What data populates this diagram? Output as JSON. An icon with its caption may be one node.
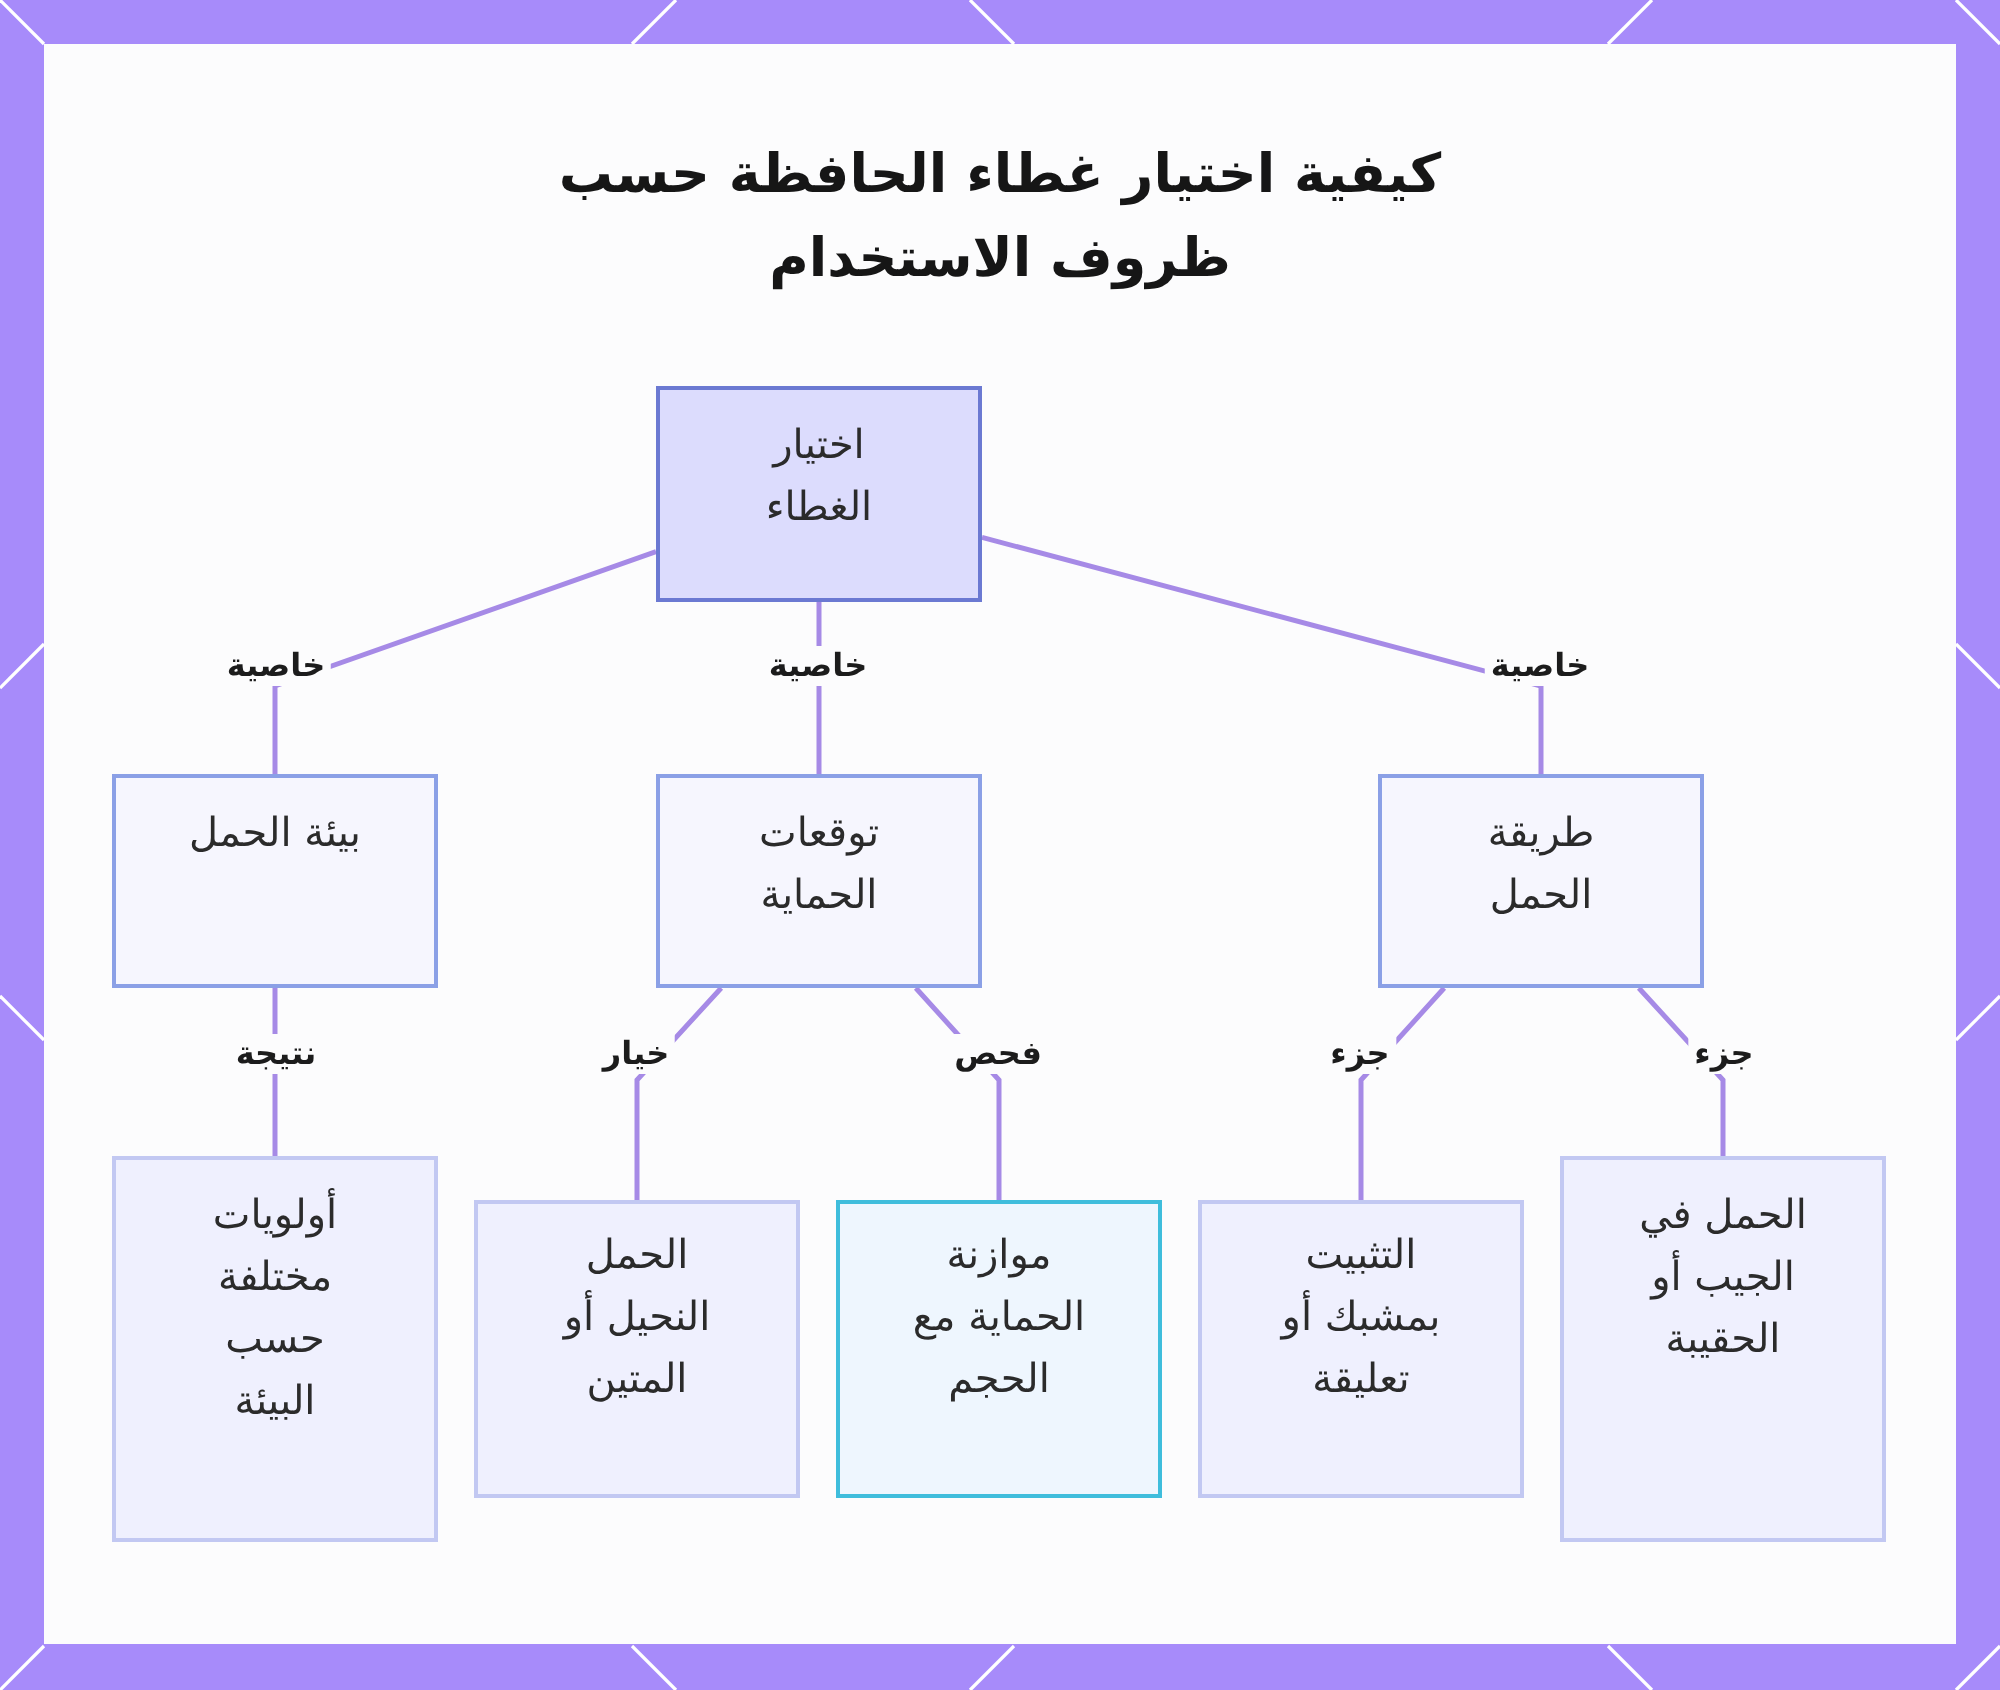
{
  "diagram": {
    "title": "كيفية اختيار غطاء الحافظة حسب ظروف الاستخدام",
    "nodes": [
      {
        "text": [
          "اختيار الغطاء"
        ]
      },
      {
        "text": [
          "طريقة الحمل"
        ]
      },
      {
        "text": [
          "توقعات الحماية"
        ]
      },
      {
        "text": [
          "بيئة الحمل"
        ]
      },
      {
        "text": [
          "الحمل في الجيب أو الحقيبة"
        ]
      },
      {
        "text": [
          "التثبيت بمشبك أو تعليقة"
        ]
      },
      {
        "text": [
          "موازنة الحماية مع الحجم"
        ]
      },
      {
        "text": [
          "الحمل النحيل أو المتين"
        ]
      },
      {
        "text": [
          "أولويات مختلفة حسب البيئة"
        ]
      }
    ],
    "edges": [
      {
        "from": 0,
        "to": 1,
        "arrow": "none",
        "label": "خاصية"
      },
      {
        "from": 0,
        "to": 2,
        "arrow": "none",
        "label": "خاصية"
      },
      {
        "from": 0,
        "to": 3,
        "arrow": "none",
        "label": "خاصية"
      },
      {
        "from": 1,
        "to": 4,
        "arrow": "none",
        "label": "جزء"
      },
      {
        "from": 1,
        "to": 5,
        "arrow": "none",
        "label": "جزء"
      },
      {
        "from": 2,
        "to": 6,
        "arrow": "none",
        "label": "فحص"
      },
      {
        "from": 2,
        "to": 7,
        "arrow": "none",
        "label": "خيار"
      },
      {
        "from": 3,
        "to": 8,
        "arrow": "none",
        "label": "نتيجة"
      }
    ]
  }
}
